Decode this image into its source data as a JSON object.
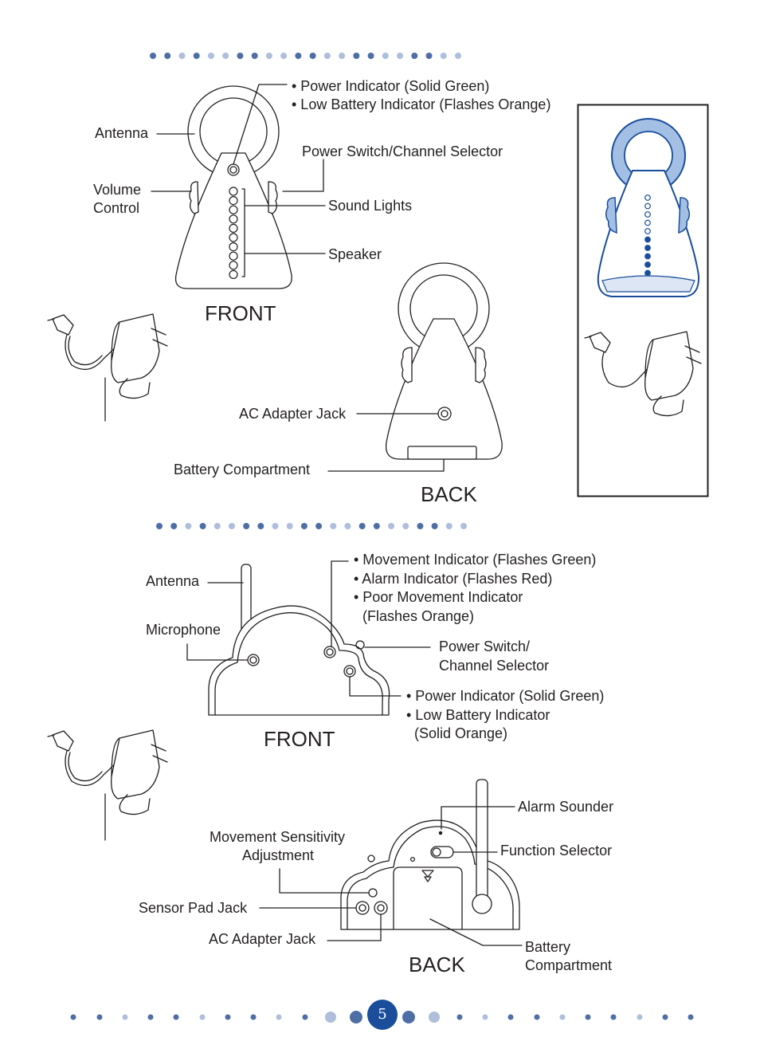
{
  "page": {
    "number": "5"
  },
  "colors": {
    "accent": "#1a4e9b",
    "dot_dark": "#4f6ea6",
    "dot_light": "#aebedb",
    "line": "#231f20"
  },
  "parent_unit": {
    "front": {
      "caption": "FRONT",
      "labels": {
        "antenna": "Antenna",
        "volume_1": "Volume",
        "volume_2": "Control",
        "indicator_1": "• Power Indicator (Solid Green)",
        "indicator_2": "• Low Battery Indicator (Flashes Orange)",
        "power_switch": "Power Switch/Channel Selector",
        "sound_lights": "Sound Lights",
        "speaker": "Speaker"
      }
    },
    "back": {
      "caption": "BACK",
      "labels": {
        "ac_jack": "AC Adapter Jack",
        "battery": "Battery Compartment"
      }
    }
  },
  "nursery_unit": {
    "front": {
      "caption": "FRONT",
      "labels": {
        "antenna": "Antenna",
        "microphone": "Microphone",
        "movement_1": "• Movement Indicator (Flashes Green)",
        "movement_2": "• Alarm Indicator (Flashes Red)",
        "movement_3": "• Poor Movement Indicator",
        "movement_4": "(Flashes Orange)",
        "power_1": "Power Switch/",
        "power_2": "Channel Selector",
        "indicator_1": "• Power Indicator (Solid Green)",
        "indicator_2": "• Low Battery Indicator",
        "indicator_3": "(Solid Orange)"
      }
    },
    "back": {
      "caption": "BACK",
      "labels": {
        "alarm_sounder": "Alarm Sounder",
        "function_selector": "Function Selector",
        "sensitivity_1": "Movement Sensitivity",
        "sensitivity_2": "Adjustment",
        "sensor_jack": "Sensor Pad Jack",
        "ac_jack": "AC Adapter Jack",
        "battery_1": "Battery",
        "battery_2": "Compartment"
      }
    }
  }
}
